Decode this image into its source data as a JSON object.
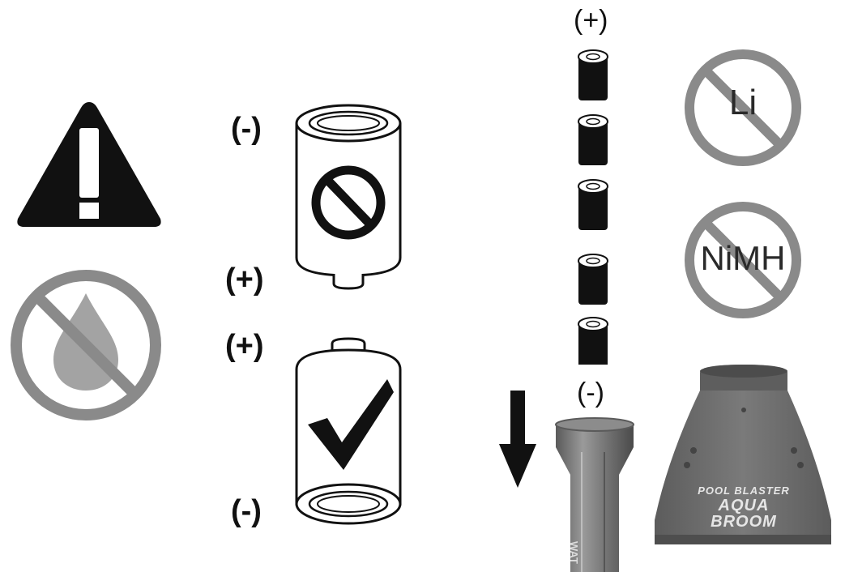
{
  "icons": {
    "warning": "warning-triangle-icon",
    "no_water": "no-water-icon",
    "wrong_battery": "battery-wrong-orientation-icon",
    "right_battery": "battery-correct-orientation-icon",
    "no_lithium": "no-lithium-icon",
    "no_nimh": "no-nimh-icon",
    "insert_arrow": "arrow-down-icon"
  },
  "labels": {
    "top_battery_neg": "(-)",
    "top_battery_pos": "(+)",
    "bottom_battery_pos": "(+)",
    "bottom_battery_neg": "(-)",
    "stack_pos": "(+)",
    "stack_neg": "(-)",
    "no_li": "Li",
    "no_nimh": "NiMH"
  },
  "product": {
    "brand": "POOL BLASTER",
    "model_line1": "AQUA",
    "model_line2": "BROOM",
    "handle_text": "WAT"
  },
  "battery_stack": {
    "count": 5
  },
  "colors": {
    "prohibit_gray": "#8a8a8a",
    "device_gray": "#6e6e6e",
    "black": "#111111"
  }
}
